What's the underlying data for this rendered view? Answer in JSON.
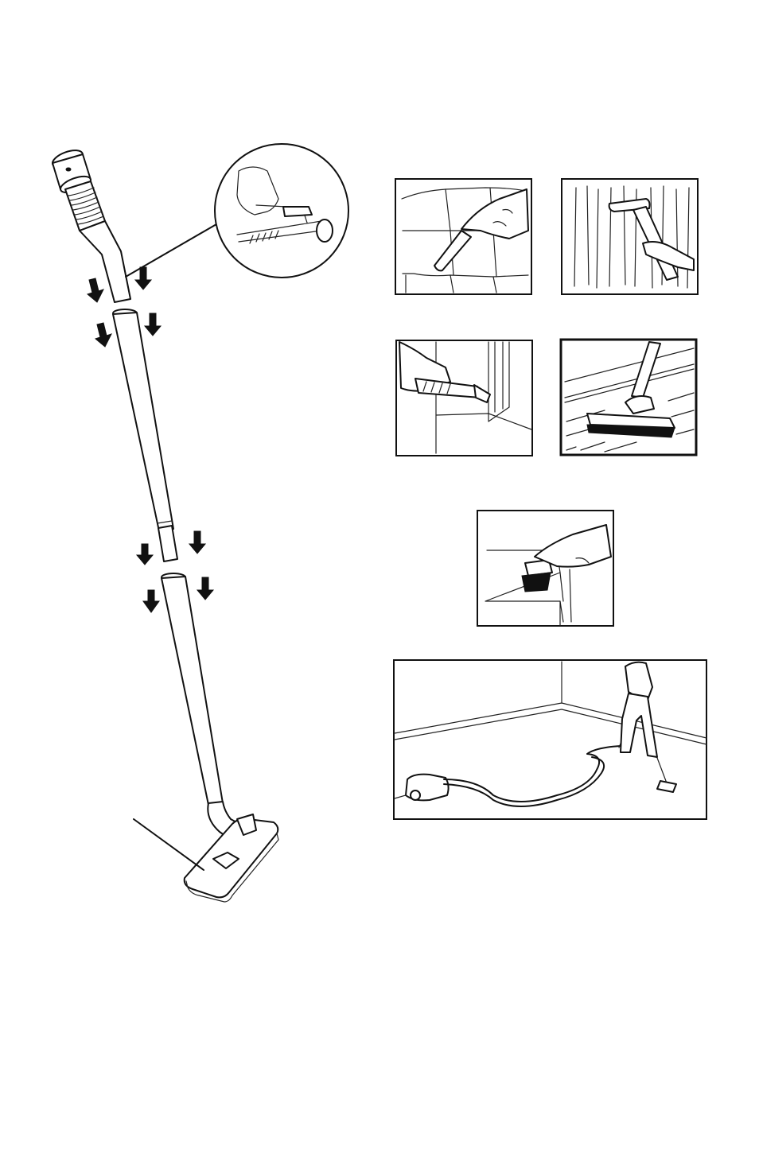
{
  "figure": {
    "main_illustration": "vacuum-wand-assembly",
    "detail_callout": "hose-handle-release-button",
    "usage_panels": [
      "crevice-tool-upholstery",
      "upholstery-tool-curtains",
      "crevice-tool-window-track",
      "floor-brush-hard-floor",
      "dusting-brush-furniture",
      "canister-vacuum-floor-cleaning"
    ],
    "colors": {
      "line": "#111111",
      "background": "#ffffff"
    }
  }
}
